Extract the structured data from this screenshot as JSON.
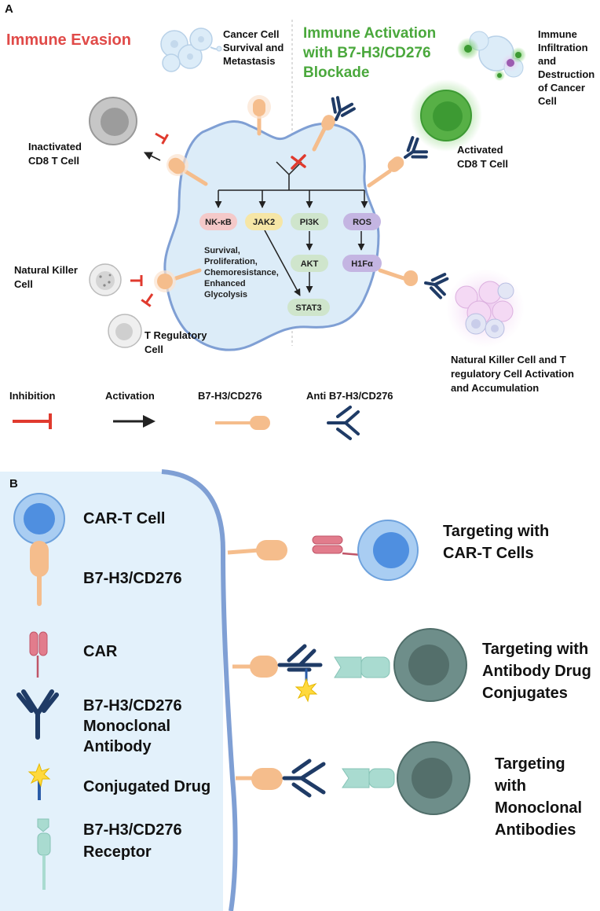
{
  "panel_a": {
    "label": "A",
    "immune_evasion": "Immune Evasion",
    "immune_activation": [
      "Immune Activation",
      "with B7-H3/CD276",
      "Blockade"
    ],
    "cancer_survival": [
      "Cancer Cell",
      "Survival and",
      "Metastasis"
    ],
    "immune_infiltration": [
      "Immune",
      "Infiltration",
      "and",
      "Destruction",
      "of Cancer",
      "Cell"
    ],
    "inactivated_cd8": [
      "Inactivated",
      "CD8 T Cell"
    ],
    "activated_cd8": [
      "Activated",
      "CD8 T Cell"
    ],
    "nk_cell": [
      "Natural Killer",
      "Cell"
    ],
    "treg_cell": [
      "T Regulatory",
      "Cell"
    ],
    "nk_treg_activation": [
      "Natural Killer Cell and T",
      "regulatory Cell Activation",
      "and Accumulation"
    ],
    "nodes": {
      "nfkb": "NK-κB",
      "jak2": "JAK2",
      "pi3k": "PI3K",
      "ros": "ROS",
      "akt": "AKT",
      "h1fa": "H1Fα",
      "stat3": "STAT3"
    },
    "outcomes": [
      "Survival,",
      "Proliferation,",
      "Chemoresistance,",
      "Enhanced",
      "Glycolysis"
    ],
    "legend": {
      "inhibition": "Inhibition",
      "activation": "Activation",
      "b7h3": "B7-H3/CD276",
      "anti_b7h3": "Anti B7-H3/CD276"
    }
  },
  "panel_b": {
    "label": "B",
    "legend": {
      "car_t": "CAR-T Cell",
      "b7h3": "B7-H3/CD276",
      "car": "CAR",
      "mab": [
        "B7-H3/CD276",
        "Monoclonal",
        "Antibody"
      ],
      "drug": "Conjugated Drug",
      "receptor": [
        "B7-H3/CD276",
        "Receptor"
      ]
    },
    "targets": {
      "car_t": [
        "Targeting with",
        "CAR-T Cells"
      ],
      "adc": [
        "Targeting with",
        "Antibody Drug",
        "Conjugates"
      ],
      "mab": [
        "Targeting",
        "with",
        "Monoclonal",
        "Antibodies"
      ]
    }
  },
  "colors": {
    "evasion": "#e04a48",
    "activation": "#4aa83c",
    "cell_fill": "#dcecf8",
    "cell_stroke": "#7f9fd4",
    "ligand": "#f5bd8c",
    "antibody": "#1f3b66",
    "inhibition": "#e03a2e",
    "node_nfkb": "#f4c9c9",
    "node_jak2": "#f6e6a6",
    "node_green": "#cfe5cc",
    "node_purple": "#c4b5e2",
    "receptor": "#a9dbd0",
    "car": "#e27c8c",
    "drug": "#ffd93d"
  }
}
